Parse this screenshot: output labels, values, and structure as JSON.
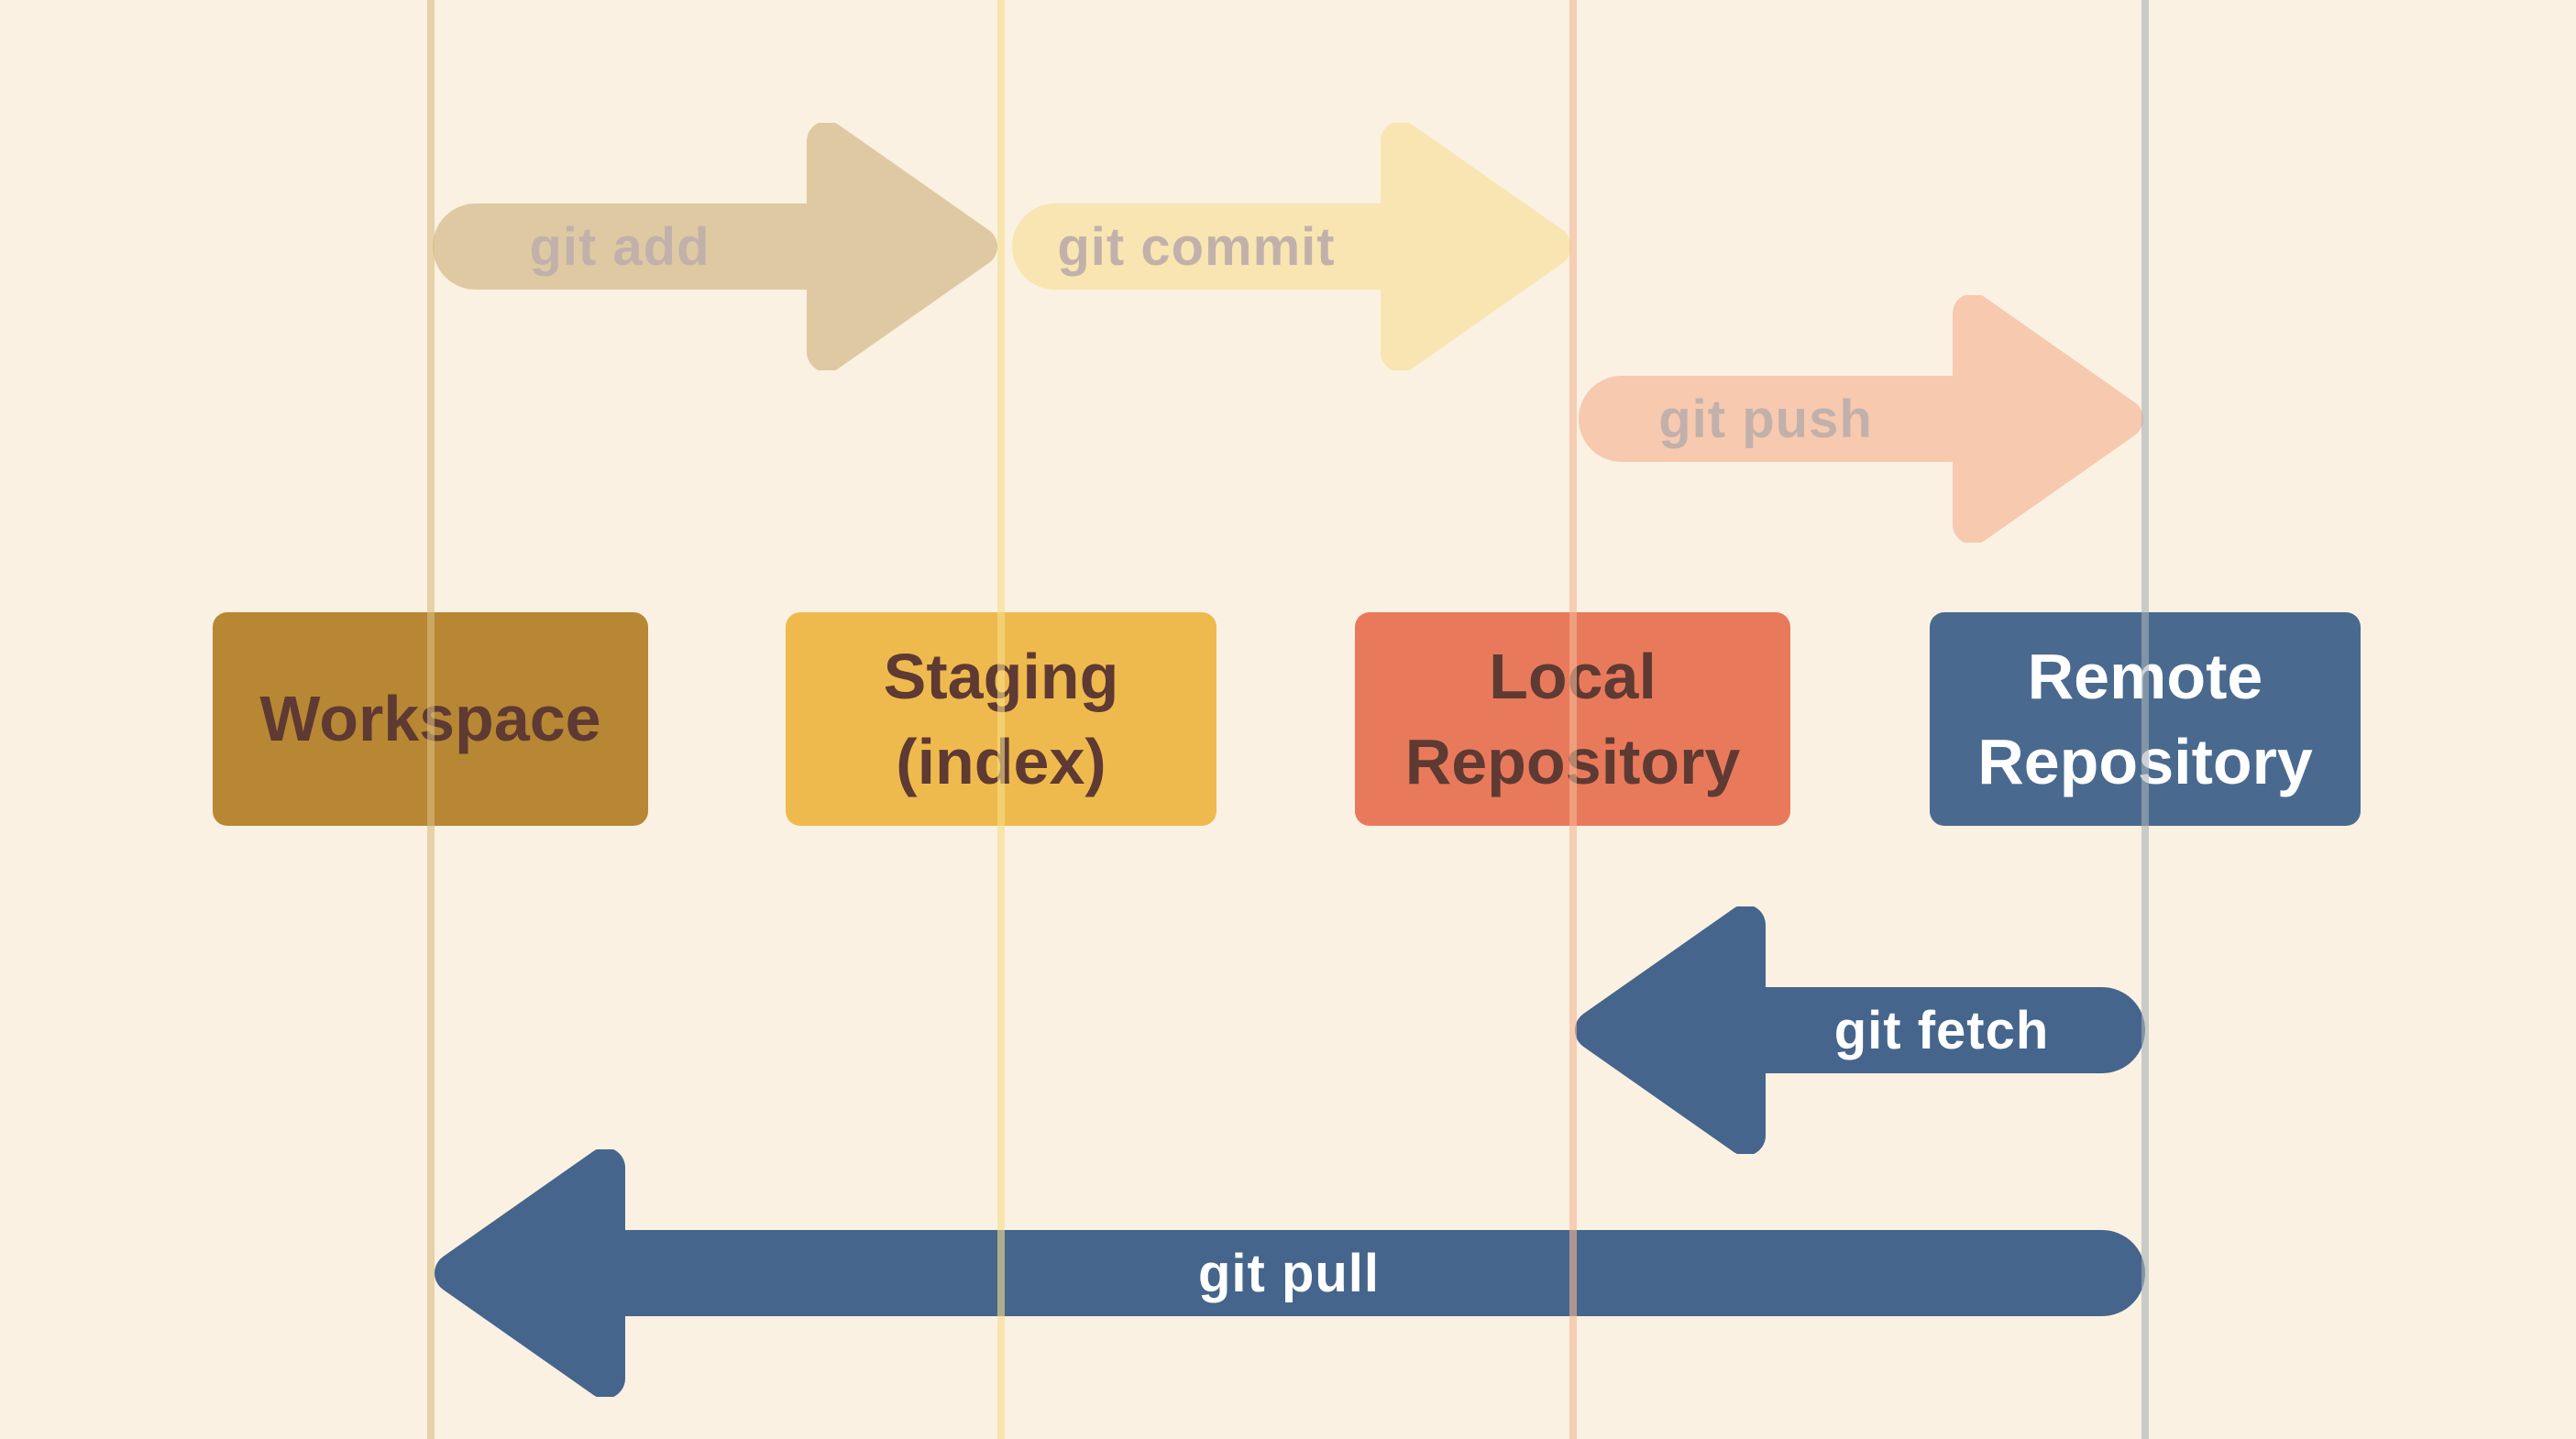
{
  "background": "#FAF1E2",
  "lanes": [
    {
      "id": "workspace",
      "line_color": "#D9BC82"
    },
    {
      "id": "staging-index",
      "line_color": "#F6DD8A"
    },
    {
      "id": "local-repository",
      "line_color": "#F3B894"
    },
    {
      "id": "remote-repository",
      "line_color": "#A9B2B8"
    }
  ],
  "boxes": [
    {
      "label": "Workspace",
      "bg": "#B78734",
      "text_color": "#5E3A33"
    },
    {
      "label": "Staging\n(index)",
      "bg": "#EFBA4D",
      "text_color": "#5E3A33"
    },
    {
      "label": "Local\nRepository",
      "bg": "#E87A5B",
      "text_color": "#5E3A33"
    },
    {
      "label": "Remote\nRepository",
      "bg": "#4A698F",
      "text_color": "#FFFFFF"
    }
  ],
  "arrows": [
    {
      "label": "git add",
      "direction": "right",
      "color": "#DFC9A2",
      "text_color": "#C2B1AB"
    },
    {
      "label": "git commit",
      "direction": "right",
      "color": "#F8E5B1",
      "text_color": "#C2B1AB"
    },
    {
      "label": "git push",
      "direction": "right",
      "color": "#F7C9AF",
      "text_color": "#C2B1AB"
    },
    {
      "label": "git fetch",
      "direction": "left",
      "color": "#45658C",
      "text_color": "#FFFFFF"
    },
    {
      "label": "git pull",
      "direction": "left",
      "color": "#45658C",
      "text_color": "#FFFFFF"
    }
  ]
}
